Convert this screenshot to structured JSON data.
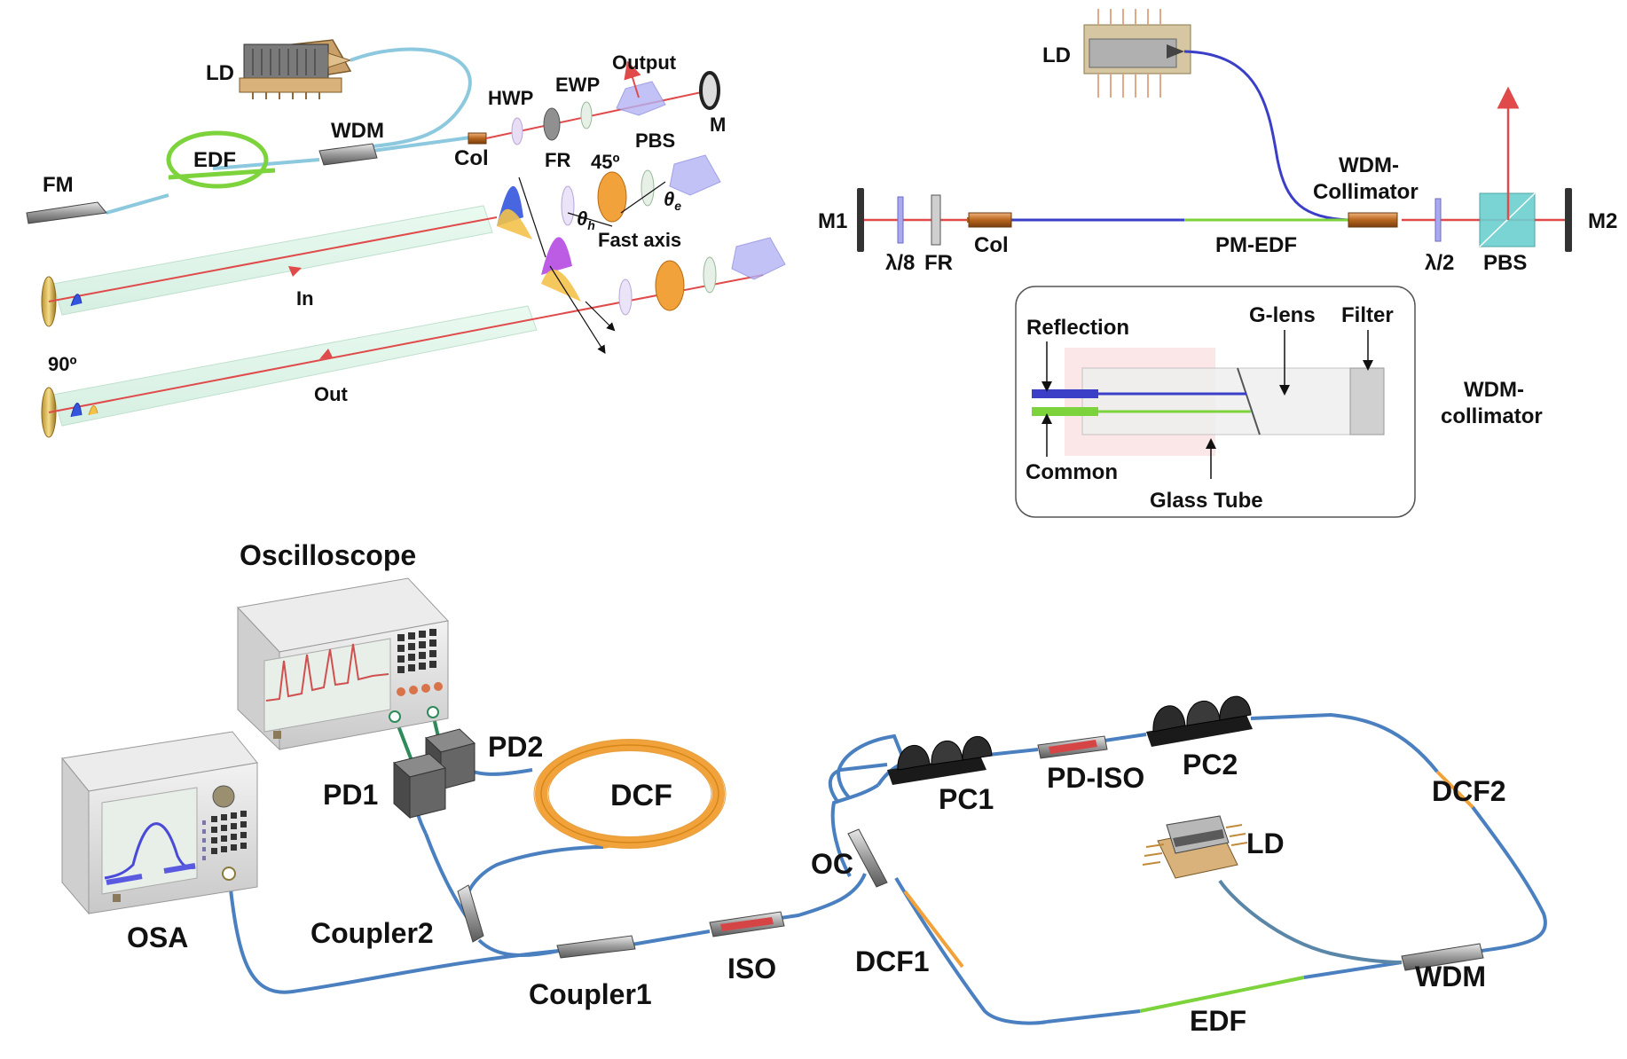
{
  "colors": {
    "fiber_blue": "#4a7fc0",
    "fiber_light": "#8cc8de",
    "edf_green": "#7dd33b",
    "dcf_orange": "#f2a23a",
    "beam_red": "#e04a4a",
    "pm_fiber_blue": "#3b3fc8",
    "cube_purple": "#9b9bf0",
    "pbs_cyan": "#6cd0d0"
  },
  "panel_a": {
    "ld": "LD",
    "wdm": "WDM",
    "edf": "EDF",
    "fm": "FM",
    "col": "Col",
    "hwp": "HWP",
    "ewp": "EWP",
    "output": "Output",
    "m": "M",
    "fr": "FR",
    "pbs": "PBS",
    "angle_45": "45º",
    "theta_e": "θ",
    "theta_e_sub": "e",
    "theta_h": "θ",
    "theta_h_sub": "h",
    "fast_axis": "Fast axis",
    "in": "In",
    "out": "Out",
    "angle_90": "90º"
  },
  "panel_b": {
    "ld": "LD",
    "m1": "M1",
    "lambda8": "λ/8",
    "fr": "FR",
    "col": "Col",
    "pm_edf": "PM-EDF",
    "wdm_collimator_1": "WDM-",
    "wdm_collimator_2": "Collimator",
    "lambda2": "λ/2",
    "pbs": "PBS",
    "m2": "M2",
    "inset": {
      "reflection": "Reflection",
      "g_lens": "G-lens",
      "filter": "Filter",
      "common": "Common",
      "glass_tube": "Glass Tube",
      "wdm_collimator_1": "WDM-",
      "wdm_collimator_2": "collimator"
    }
  },
  "panel_c": {
    "oscilloscope": "Oscilloscope",
    "osa": "OSA",
    "pd1": "PD1",
    "pd2": "PD2",
    "dcf": "DCF",
    "coupler2": "Coupler2",
    "coupler1": "Coupler1",
    "iso": "ISO",
    "oc": "OC",
    "dcf1": "DCF1",
    "pc1": "PC1",
    "pd_iso": "PD-ISO",
    "pc2": "PC2",
    "dcf2": "DCF2",
    "ld": "LD",
    "wdm": "WDM",
    "edf": "EDF"
  }
}
